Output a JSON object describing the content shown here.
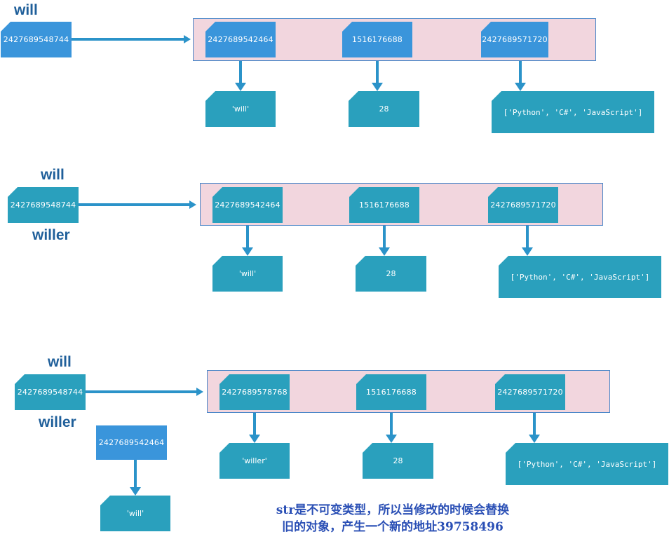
{
  "panel1": {
    "var_label": "will",
    "var_addr": "2427689548744",
    "slots": [
      "2427689542464",
      "1516176688",
      "2427689571720"
    ],
    "values": [
      "'will'",
      "28",
      "['Python', 'C#', 'JavaScript']"
    ]
  },
  "panel2": {
    "var_label_top": "will",
    "var_label_bottom": "willer",
    "var_addr": "2427689548744",
    "slots": [
      "2427689542464",
      "1516176688",
      "2427689571720"
    ],
    "values": [
      "'will'",
      "28",
      "['Python', 'C#', 'JavaScript']"
    ]
  },
  "panel3": {
    "var_label_top": "will",
    "var_label_bottom": "willer",
    "var_addr": "2427689548744",
    "slots": [
      "2427689578768",
      "1516176688",
      "2427689571720"
    ],
    "values": [
      "'willer'",
      "28",
      "['Python', 'C#', 'JavaScript']"
    ],
    "orphan_addr": "2427689542464",
    "orphan_value": "'will'"
  },
  "caption": {
    "line1": "str是不可变类型，所以当修改的时候会替换",
    "line2": "旧的对象，产生一个新的地址39758496"
  },
  "colors": {
    "label": "#1f5f9a",
    "pink_box": "#f2d6de",
    "blue_box": "#3a95db",
    "teal_box": "#2aa0bd",
    "caption": "#2a4fb5"
  }
}
